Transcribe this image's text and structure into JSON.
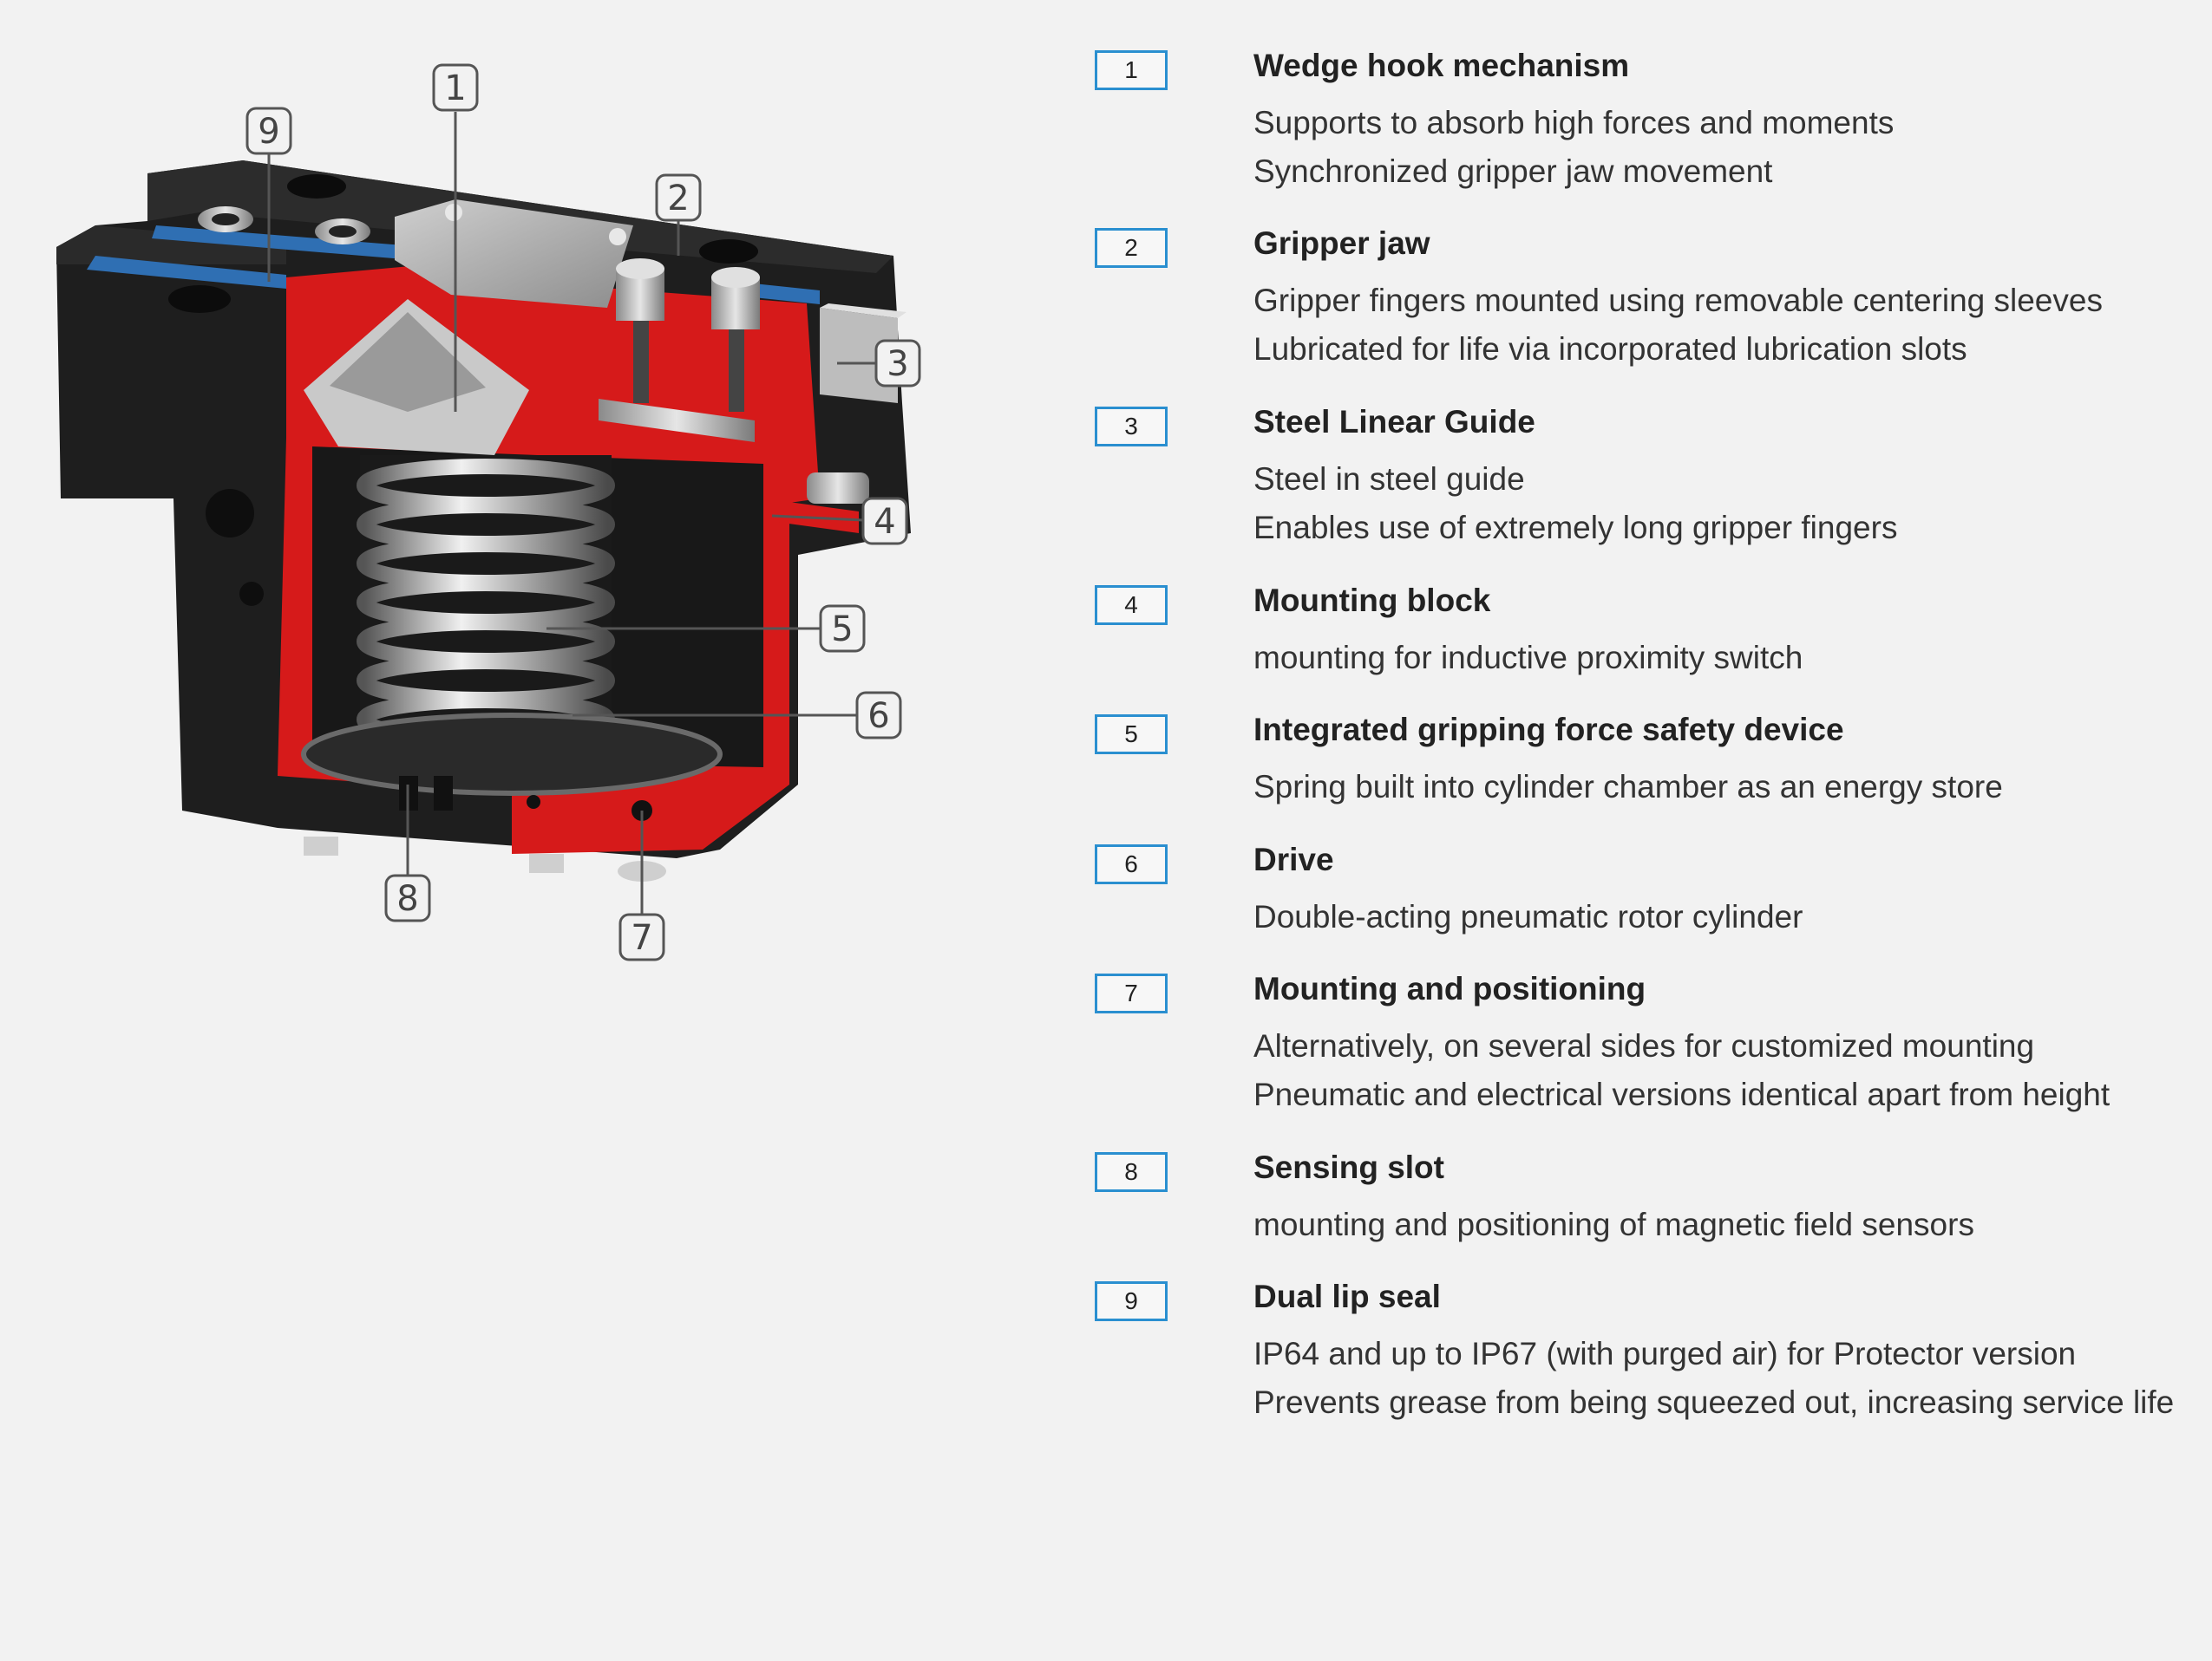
{
  "colors": {
    "badge_border": "#2a8fd0",
    "housing": "#1c1c1c",
    "cutaway_red": "#d61a1a",
    "seal_blue": "#2f6fb3",
    "steel": "#b9b9b9"
  },
  "callouts": [
    "1",
    "2",
    "3",
    "4",
    "5",
    "6",
    "7",
    "8",
    "9"
  ],
  "features": [
    {
      "number": "1",
      "title": "Wedge hook mechanism",
      "lines": [
        "Supports to absorb high forces and moments",
        "Synchronized gripper jaw movement"
      ]
    },
    {
      "number": "2",
      "title": "Gripper jaw",
      "lines": [
        "Gripper fingers mounted using removable centering sleeves",
        "Lubricated for life via incorporated lubrication slots"
      ]
    },
    {
      "number": "3",
      "title": "Steel Linear Guide",
      "lines": [
        "Steel in steel guide",
        "Enables use of extremely long gripper fingers"
      ]
    },
    {
      "number": "4",
      "title": "Mounting block",
      "lines": [
        "mounting for inductive proximity switch"
      ]
    },
    {
      "number": "5",
      "title": "Integrated gripping force safety device",
      "lines": [
        "Spring built into cylinder chamber as an energy store"
      ]
    },
    {
      "number": "6",
      "title": "Drive",
      "lines": [
        "Double-acting pneumatic rotor cylinder"
      ]
    },
    {
      "number": "7",
      "title": "Mounting and positioning",
      "lines": [
        "Alternatively, on several sides for customized mounting",
        "Pneumatic and electrical versions identical apart from height"
      ]
    },
    {
      "number": "8",
      "title": "Sensing slot",
      "lines": [
        "mounting and positioning of magnetic field sensors"
      ]
    },
    {
      "number": "9",
      "title": "Dual lip seal",
      "lines": [
        "IP64 and up to IP67 (with purged air) for Protector version",
        "Prevents grease from being squeezed out, increasing service life"
      ]
    }
  ]
}
